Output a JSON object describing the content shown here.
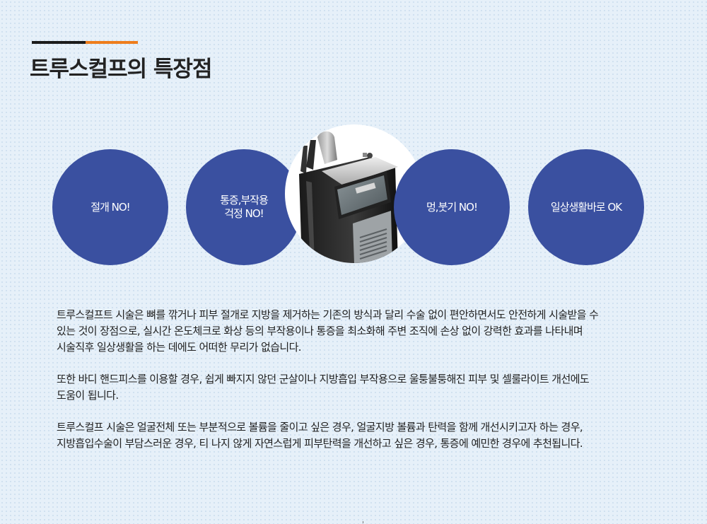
{
  "heading": {
    "title": "트루스컬프의 특장점",
    "bar_colors": [
      "#1b1b1b",
      "#ee7d1c"
    ]
  },
  "features": [
    {
      "lines": [
        "절개 NO!"
      ]
    },
    {
      "lines": [
        "통증,부작용",
        "걱정 NO!"
      ]
    },
    {
      "lines": [
        "멍,붓기 NO!"
      ]
    },
    {
      "lines": [
        "일상생활바로 OK"
      ]
    }
  ],
  "device_icon": "truesculpt-device-image",
  "circle_color": "#3a50a0",
  "paragraphs": [
    {
      "lines": [
        "트루스컬프트 시술은 뼈를 깎거나 피부 절개로 지방을 제거하는 기존의 방식과 달리 수술 없이 편안하면서도 안전하게 시술받을 수",
        "있는 것이 장점으로, 실시간 온도체크로 화상 등의 부작용이나 통증을 최소화해 주변 조직에 손상 없이 강력한 효과를 나타내며",
        "시술직후 일상생활을 하는 데에도 어떠한 무리가 없습니다."
      ]
    },
    {
      "lines": [
        "또한 바디 핸드피스를 이용할 경우, 쉽게 빠지지 않던 군살이나 지방흡입 부작용으로 울퉁불퉁해진 피부 및 셀룰라이트 개선에도",
        "도움이 됩니다."
      ]
    },
    {
      "lines": [
        "트루스컬프 시술은 얼굴전체 또는 부분적으로 볼륨을 줄이고 싶은 경우, 얼굴지방 볼륨과 탄력을 함께 개선시키고자 하는 경우,",
        "지방흡입수술이 부담스러운 경우, 티 나지 않게 자연스럽게 피부탄력을 개선하고 싶은 경우, 통증에 예민한 경우에 추천됩니다."
      ]
    }
  ]
}
